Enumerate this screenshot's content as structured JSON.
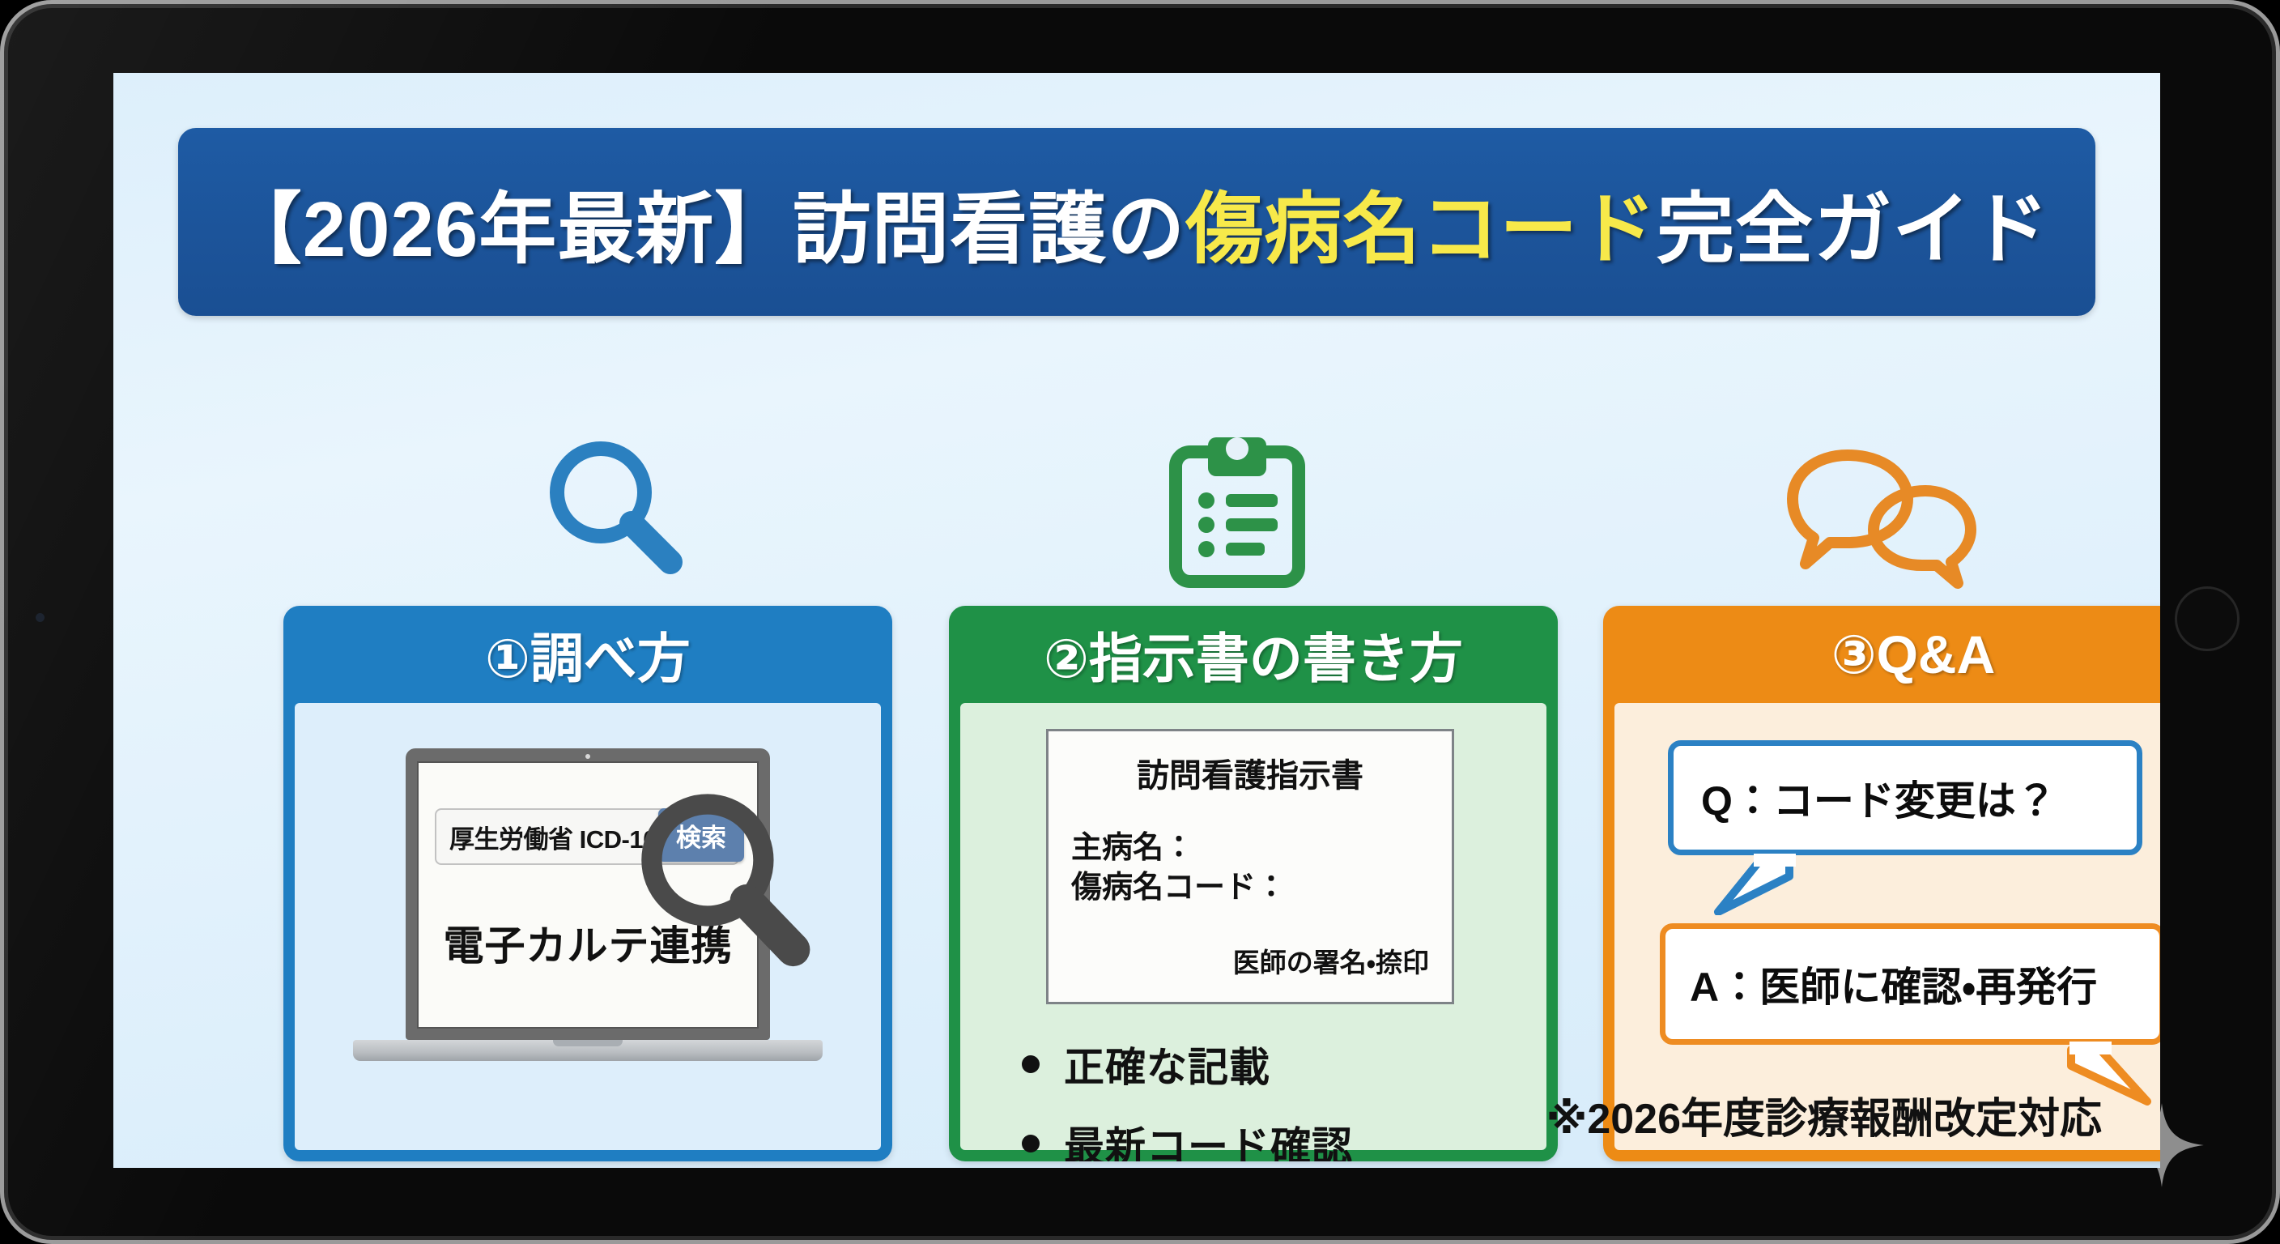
{
  "device": {
    "type": "tablet",
    "home_button": "home-button",
    "sparkle": "sparkle-star"
  },
  "slide": {
    "title": {
      "prefix": "【2026年最新】訪問看護の",
      "highlight": "傷病名コード",
      "suffix": "完全ガイド",
      "full": "【2026年最新】訪問看護の傷病名コード完全ガイド",
      "highlight_color": "#f7e94a",
      "banner_color": "#1c549a"
    },
    "footer_note": "※2026年度診療報酬改定対応",
    "icons": [
      {
        "name": "magnifier-icon",
        "color": "#2b80c0"
      },
      {
        "name": "clipboard-icon",
        "color": "#2d9248"
      },
      {
        "name": "speech-bubbles-icon",
        "color": "#e78a26"
      }
    ],
    "cards": [
      {
        "id": "card-1",
        "header": "①調べ方",
        "accent": "#1f7ec2",
        "body_bg": "#ddeefb",
        "laptop": {
          "search_value": "厚生労働省 ICD-10",
          "search_button": "検索",
          "caption": "電子カルテ連携"
        }
      },
      {
        "id": "card-2",
        "header": "②指示書の書き方",
        "accent": "#1f9147",
        "body_bg": "#dcf0dd",
        "document": {
          "title": "訪問看護指示書",
          "fields": [
            "主病名：",
            "傷病名コード："
          ],
          "signature": "医師の署名・捺印"
        },
        "bullets": [
          "正確な記載",
          "最新コード確認"
        ]
      },
      {
        "id": "card-3",
        "header": "③Q&A",
        "accent": "#ed8b15",
        "body_bg": "#fceedc",
        "qa": [
          {
            "role": "question",
            "text": "Q：コード変更は？",
            "border": "#2b81c4"
          },
          {
            "role": "answer",
            "text": "A：医師に確認・再発行",
            "border": "#ee8c22"
          }
        ]
      }
    ]
  }
}
